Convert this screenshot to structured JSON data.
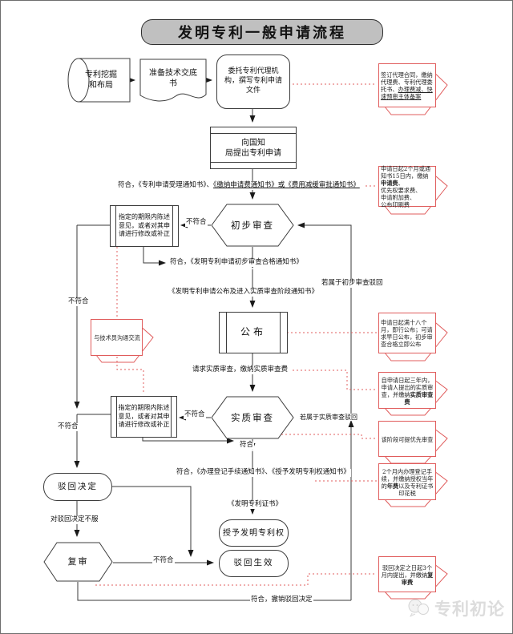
{
  "title": "发明专利一般申请流程",
  "nodes": {
    "mining": "专利挖掘\n和布局",
    "disclosure": "准备技术交底\n书",
    "entrust": "委托专利代理机\n构，撰写专利申请\n文件",
    "apply": "向国知\n局提出专利申请",
    "prelim_exam": "初步审查",
    "respond": "指定的期限内陈述\n意见，或者对其申\n请进行修改或补正",
    "publish": "公布",
    "substantive_exam": "实质审查",
    "rejection_decision": "驳回决定",
    "grant": "授予发明专利权",
    "rejection_effective": "驳回生效",
    "reexam": "复审",
    "tech_comm": "与技术员沟通交流"
  },
  "labels": {
    "accept_pre": "符合，《专利申请受理通知书》、",
    "accept_underline": "《缴纳申请费通知书》或《费用减缓审批通知书》",
    "not_conform": "不符合",
    "prelim_pass": "符合，《发明专利申请初步审查合格通知书》",
    "publish_notice": "《发明专利申请公布及进入实质审查阶段通知书》",
    "prelim_reject_return": "若属于初步审查驳回",
    "request_substantive": "请求实质审查，缴纳实质审查费",
    "substantive_reject_return": "若属于实质审查驳回",
    "conform": "符合",
    "grant_notice": "符合，《办理登记手续通知书》、《授予发明专利权通知书》",
    "certificate": "《发明专利证书》",
    "disagree": "对驳回决定不服",
    "revoke": "符合，撤销驳回决定"
  },
  "callouts": {
    "c1": {
      "pre": "签订代理合同，缴纳代理费、专利代理委托书、",
      "underline": "办理费减、快速预审主体备案"
    },
    "c2": {
      "pre": "申请日起2个月或通知书15日内，缴纳",
      "bold": "申请费",
      "post": "、\n优先权要求费、\n申请附加费、\n公布印刷费"
    },
    "c3": {
      "text": "申请日起满十八个月，即行公布；可请求早日公布，初步审查合格立即公布"
    },
    "c4": {
      "pre": "自申请日起三年内，申请人提出的实质审查，并缴纳",
      "bold": "实质审查费"
    },
    "c5": {
      "text": "该阶段可提优先审查"
    },
    "c6": {
      "pre": "2个月内办理登记手续，并缴纳授权当年的",
      "bold": "年费",
      "post": "以及专利证书印花税"
    },
    "c7": {
      "pre": "驳回决定之日起3个月内提出，并缴纳",
      "bold": "复审费"
    }
  },
  "footer": {
    "brand": "专利初论"
  },
  "colors": {
    "red": "#d05c5c",
    "banner_grey": "#c0c0c0"
  }
}
